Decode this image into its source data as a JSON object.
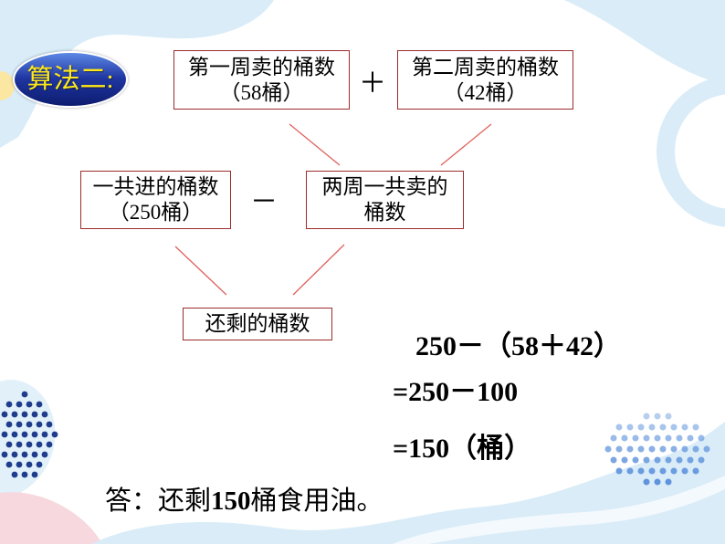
{
  "badge": {
    "label": "算法二:"
  },
  "diagram": {
    "week1_box": {
      "line1": "第一周卖的桶数",
      "line2": "（58桶）"
    },
    "plus_operator": "＋",
    "week2_box": {
      "line1": "第二周卖的桶数",
      "line2": "（42桶）"
    },
    "total_box": {
      "line1": "一共进的桶数",
      "line2": "（250桶）"
    },
    "minus_operator": "－",
    "sold_box": {
      "line1": "两周一共卖的",
      "line2": "桶数"
    },
    "remaining_box": {
      "line1": "还剩的桶数"
    }
  },
  "equations": [
    "250－（58＋42）",
    "=250－100",
    "=150（桶）"
  ],
  "answer": {
    "prefix": "答：还剩",
    "number": "150",
    "suffix": "桶食用油。"
  },
  "colors": {
    "box_border": "#9c2b2b",
    "connector": "#e0625e",
    "badge_fill": "#1f36a0",
    "badge_text": "#ffe81a",
    "decor_light_blue": "#d9ecf8",
    "decor_pink": "#f6d8de",
    "decor_yellow": "#fbe7a1",
    "decor_dots_dark": "#1f3d8c",
    "decor_dots_blue": "#5f93dc"
  }
}
